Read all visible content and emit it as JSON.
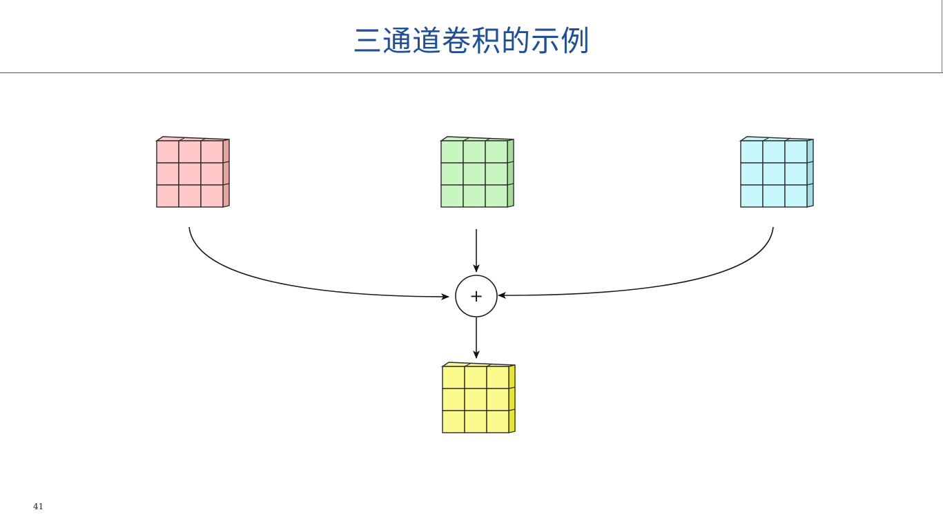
{
  "slide": {
    "title": "三通道卷积的示例",
    "page_number": "41"
  },
  "diagram": {
    "operator_symbol": "+",
    "inputs": [
      {
        "name": "input-channel-1",
        "color": "#ffc8c8",
        "side_color": "#e3a4a4",
        "rows": 3,
        "cols": 3
      },
      {
        "name": "input-channel-2",
        "color": "#c8f5c0",
        "side_color": "#a7dc9d",
        "rows": 3,
        "cols": 3
      },
      {
        "name": "input-channel-3",
        "color": "#c8f7fb",
        "side_color": "#a3dde2",
        "rows": 3,
        "cols": 3
      }
    ],
    "output": {
      "name": "output-channel",
      "color": "#fbfa8c",
      "side_color": "#e6e63a",
      "rows": 3,
      "cols": 3
    }
  }
}
